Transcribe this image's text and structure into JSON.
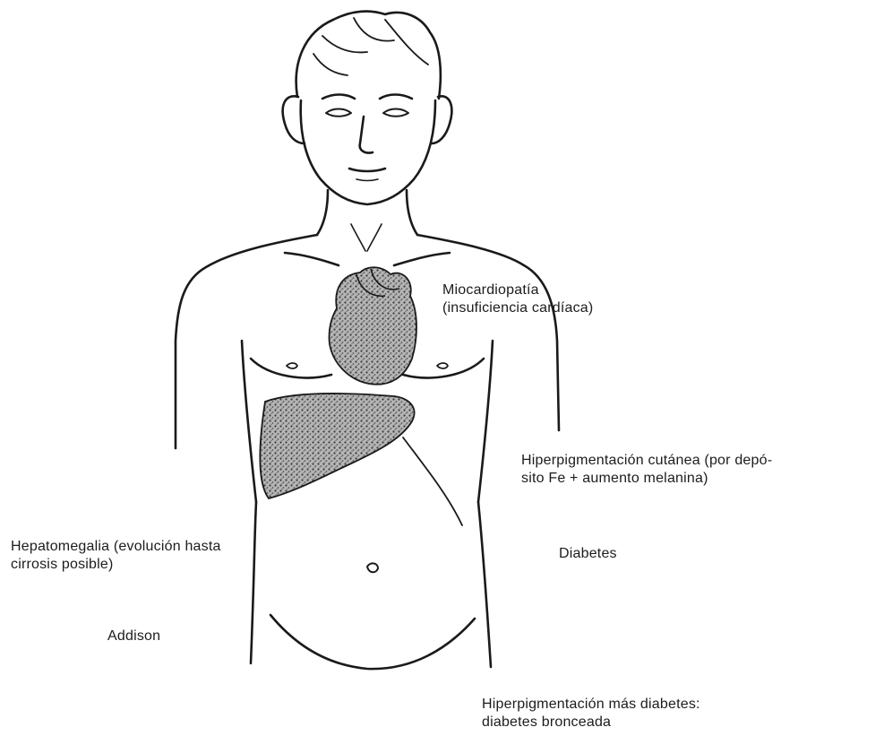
{
  "labels": {
    "miocardiopatia": {
      "line1": "Miocardiopatía",
      "line2": "(insuficiencia cardíaca)"
    },
    "hiperpigmentacion": {
      "line1": "Hiperpigmentación cutánea (por depó-",
      "line2": "sito Fe + aumento melanina)"
    },
    "hepatomegalia": {
      "line1": "Hepatomegalia (evolución hasta",
      "line2": "cirrosis posible)"
    },
    "diabetes": "Diabetes",
    "addison": "Addison",
    "bronceada": {
      "line1": "Hiperpigmentación más diabetes:",
      "line2": "diabetes bronceada"
    }
  },
  "colors": {
    "ink": "#1a1a1a",
    "organ_fill": "#9a9a9a"
  }
}
